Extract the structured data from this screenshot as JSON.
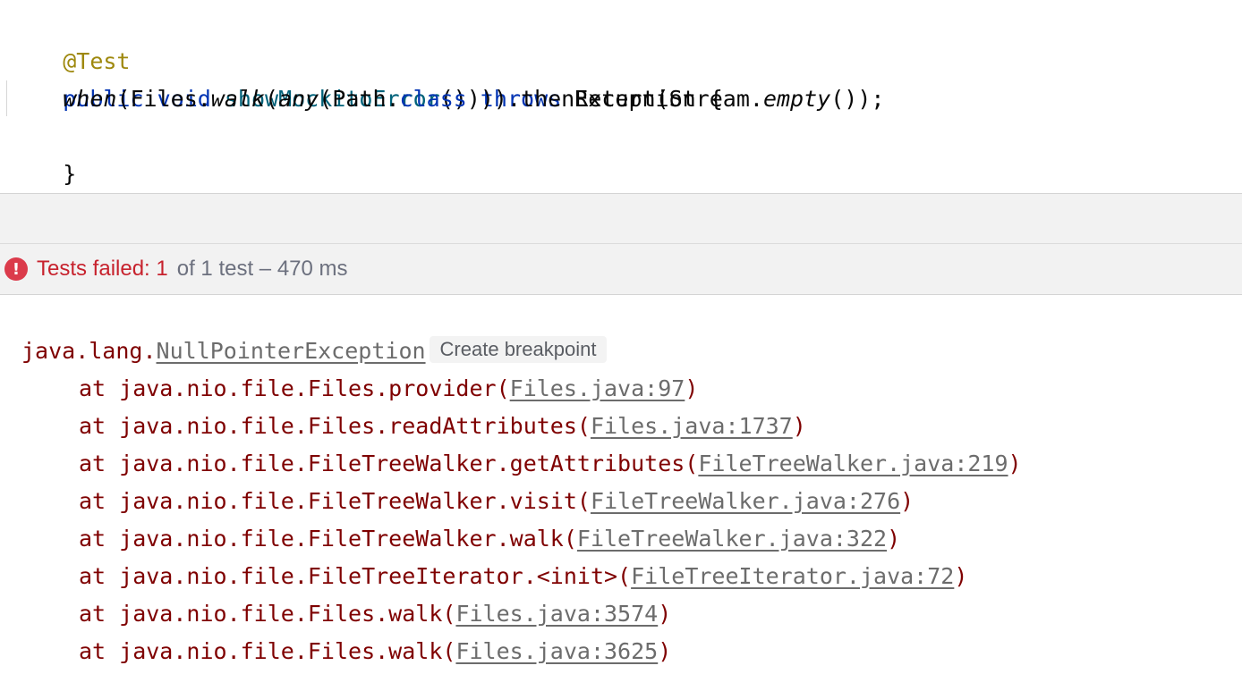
{
  "editor": {
    "annotation": "@Test",
    "signature": {
      "kw_public": "public",
      "kw_void": "void",
      "method_name": "showMockitoError",
      "parens": "()",
      "kw_throws": "throws",
      "exception_type": "Exception",
      "open_brace": "{"
    },
    "body": {
      "indent": "    ",
      "when": "when",
      "t1": "(Files.",
      "walk": "walk",
      "t2": "(",
      "any": "any",
      "t3": "(Path.",
      "kw_class": "class",
      "t4": "))).thenReturn(Stream.",
      "empty": "empty",
      "t5": "());"
    },
    "close_brace": "}"
  },
  "test_status": {
    "icon": "error-icon",
    "failed_label": "Tests failed: 1",
    "summary": "of 1 test – 470 ms"
  },
  "console": {
    "exception_prefix": "java.lang.",
    "exception_link": "NullPointerException",
    "create_breakpoint_label": "Create breakpoint",
    "frames": [
      {
        "prefix": "at java.nio.file.Files.provider(",
        "link": "Files.java:97",
        "suffix": ")"
      },
      {
        "prefix": "at java.nio.file.Files.readAttributes(",
        "link": "Files.java:1737",
        "suffix": ")"
      },
      {
        "prefix": "at java.nio.file.FileTreeWalker.getAttributes(",
        "link": "FileTreeWalker.java:219",
        "suffix": ")"
      },
      {
        "prefix": "at java.nio.file.FileTreeWalker.visit(",
        "link": "FileTreeWalker.java:276",
        "suffix": ")"
      },
      {
        "prefix": "at java.nio.file.FileTreeWalker.walk(",
        "link": "FileTreeWalker.java:322",
        "suffix": ")"
      },
      {
        "prefix": "at java.nio.file.FileTreeIterator.<init>(",
        "link": "FileTreeIterator.java:72",
        "suffix": ")"
      },
      {
        "prefix": "at java.nio.file.Files.walk(",
        "link": "Files.java:3574",
        "suffix": ")"
      },
      {
        "prefix": "at java.nio.file.Files.walk(",
        "link": "Files.java:3625",
        "suffix": ")"
      }
    ]
  },
  "colors": {
    "error_red": "#c7222d",
    "stack_text": "#7f0000",
    "keyword": "#0033b3",
    "annotation": "#9e880d",
    "method_decl": "#00627a"
  }
}
